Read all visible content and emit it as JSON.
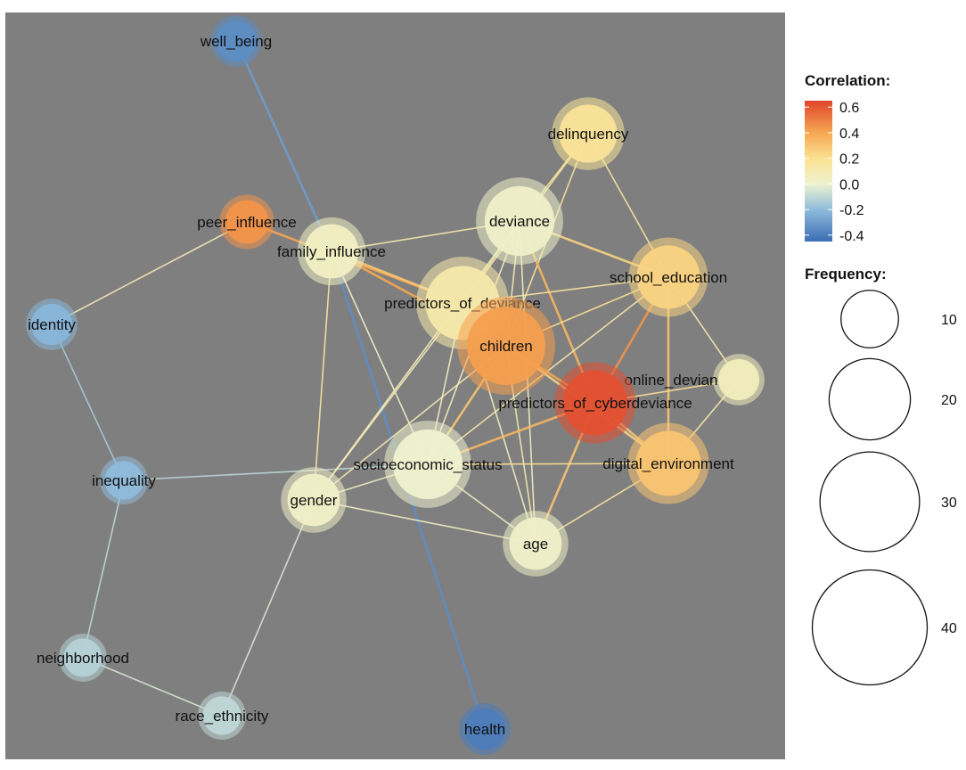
{
  "network": {
    "nodes": [
      {
        "id": "well_being",
        "label": "well_being",
        "correlation": -0.35,
        "frequency": 8
      },
      {
        "id": "delinquency",
        "label": "delinquency",
        "correlation": 0.18,
        "frequency": 16
      },
      {
        "id": "peer_influence",
        "label": "peer_influence",
        "correlation": 0.45,
        "frequency": 9
      },
      {
        "id": "deviance",
        "label": "deviance",
        "correlation": 0.02,
        "frequency": 23
      },
      {
        "id": "family_influence",
        "label": "family_influence",
        "correlation": 0.04,
        "frequency": 14
      },
      {
        "id": "school_education",
        "label": "school_education",
        "correlation": 0.25,
        "frequency": 19
      },
      {
        "id": "predictors_of_deviance",
        "label": "predictors_of_deviance",
        "correlation": 0.12,
        "frequency": 26
      },
      {
        "id": "identity",
        "label": "identity",
        "correlation": -0.22,
        "frequency": 8
      },
      {
        "id": "children",
        "label": "children",
        "correlation": 0.42,
        "frequency": 29
      },
      {
        "id": "online_deviance",
        "label": "online_devian",
        "correlation": 0.06,
        "frequency": 8
      },
      {
        "id": "predictors_of_cyberdeviance",
        "label": "predictors_of_cyberdeviance",
        "correlation": 0.62,
        "frequency": 20
      },
      {
        "id": "inequality",
        "label": "inequality",
        "correlation": -0.2,
        "frequency": 7
      },
      {
        "id": "socioeconomic_status",
        "label": "socioeconomic_status",
        "correlation": 0.0,
        "frequency": 23
      },
      {
        "id": "digital_environment",
        "label": "digital_environment",
        "correlation": 0.3,
        "frequency": 20
      },
      {
        "id": "gender",
        "label": "gender",
        "correlation": 0.03,
        "frequency": 13
      },
      {
        "id": "age",
        "label": "age",
        "correlation": 0.02,
        "frequency": 13
      },
      {
        "id": "neighborhood",
        "label": "neighborhood",
        "correlation": -0.12,
        "frequency": 7
      },
      {
        "id": "race_ethnicity",
        "label": "race_ethnicity",
        "correlation": -0.1,
        "frequency": 7
      },
      {
        "id": "health",
        "label": "health",
        "correlation": -0.4,
        "frequency": 8
      }
    ],
    "edges": [
      {
        "source": "well_being",
        "target": "family_influence",
        "correlation": -0.3
      },
      {
        "source": "family_influence",
        "target": "health",
        "correlation": -0.35
      },
      {
        "source": "peer_influence",
        "target": "identity",
        "correlation": 0.1
      },
      {
        "source": "peer_influence",
        "target": "predictors_of_deviance",
        "correlation": 0.4
      },
      {
        "source": "family_influence",
        "target": "predictors_of_deviance",
        "correlation": 0.3
      },
      {
        "source": "family_influence",
        "target": "children",
        "correlation": 0.4
      },
      {
        "source": "family_influence",
        "target": "deviance",
        "correlation": 0.12
      },
      {
        "source": "family_influence",
        "target": "gender",
        "correlation": 0.15
      },
      {
        "source": "family_influence",
        "target": "socioeconomic_status",
        "correlation": 0.0
      },
      {
        "source": "identity",
        "target": "inequality",
        "correlation": -0.15
      },
      {
        "source": "inequality",
        "target": "socioeconomic_status",
        "correlation": -0.1
      },
      {
        "source": "inequality",
        "target": "neighborhood",
        "correlation": -0.1
      },
      {
        "source": "neighborhood",
        "target": "race_ethnicity",
        "correlation": -0.05
      },
      {
        "source": "race_ethnicity",
        "target": "gender",
        "correlation": -0.05
      },
      {
        "source": "delinquency",
        "target": "deviance",
        "correlation": 0.15
      },
      {
        "source": "delinquency",
        "target": "predictors_of_deviance",
        "correlation": 0.15
      },
      {
        "source": "delinquency",
        "target": "children",
        "correlation": 0.15
      },
      {
        "source": "delinquency",
        "target": "school_education",
        "correlation": 0.15
      },
      {
        "source": "deviance",
        "target": "predictors_of_deviance",
        "correlation": 0.1
      },
      {
        "source": "deviance",
        "target": "children",
        "correlation": 0.1
      },
      {
        "source": "deviance",
        "target": "school_education",
        "correlation": 0.25
      },
      {
        "source": "deviance",
        "target": "predictors_of_cyberdeviance",
        "correlation": 0.35
      },
      {
        "source": "deviance",
        "target": "socioeconomic_status",
        "correlation": 0.05
      },
      {
        "source": "deviance",
        "target": "age",
        "correlation": 0.05
      },
      {
        "source": "deviance",
        "target": "gender",
        "correlation": 0.05
      },
      {
        "source": "school_education",
        "target": "predictors_of_deviance",
        "correlation": 0.15
      },
      {
        "source": "school_education",
        "target": "children",
        "correlation": 0.2
      },
      {
        "source": "school_education",
        "target": "predictors_of_cyberdeviance",
        "correlation": 0.45
      },
      {
        "source": "school_education",
        "target": "online_deviance",
        "correlation": 0.1
      },
      {
        "source": "school_education",
        "target": "digital_environment",
        "correlation": 0.3
      },
      {
        "source": "school_education",
        "target": "socioeconomic_status",
        "correlation": 0.12
      },
      {
        "source": "predictors_of_deviance",
        "target": "children",
        "correlation": 0.3
      },
      {
        "source": "predictors_of_deviance",
        "target": "socioeconomic_status",
        "correlation": 0.05
      },
      {
        "source": "predictors_of_deviance",
        "target": "gender",
        "correlation": 0.1
      },
      {
        "source": "predictors_of_deviance",
        "target": "age",
        "correlation": 0.05
      },
      {
        "source": "children",
        "target": "predictors_of_cyberdeviance",
        "correlation": 0.4
      },
      {
        "source": "children",
        "target": "socioeconomic_status",
        "correlation": 0.3
      },
      {
        "source": "children",
        "target": "gender",
        "correlation": 0.1
      },
      {
        "source": "children",
        "target": "age",
        "correlation": 0.1
      },
      {
        "source": "children",
        "target": "digital_environment",
        "correlation": 0.25
      },
      {
        "source": "predictors_of_cyberdeviance",
        "target": "online_deviance",
        "correlation": 0.2
      },
      {
        "source": "predictors_of_cyberdeviance",
        "target": "digital_environment",
        "correlation": 0.3
      },
      {
        "source": "predictors_of_cyberdeviance",
        "target": "socioeconomic_status",
        "correlation": 0.35
      },
      {
        "source": "predictors_of_cyberdeviance",
        "target": "age",
        "correlation": 0.3
      },
      {
        "source": "online_deviance",
        "target": "digital_environment",
        "correlation": 0.1
      },
      {
        "source": "socioeconomic_status",
        "target": "digital_environment",
        "correlation": 0.2
      },
      {
        "source": "socioeconomic_status",
        "target": "gender",
        "correlation": 0.05
      },
      {
        "source": "socioeconomic_status",
        "target": "age",
        "correlation": 0.05
      },
      {
        "source": "digital_environment",
        "target": "age",
        "correlation": 0.15
      },
      {
        "source": "gender",
        "target": "age",
        "correlation": 0.05
      }
    ]
  },
  "legend": {
    "correlation": {
      "title": "Correlation:",
      "ticks": [
        {
          "value": 0.6,
          "label": "0.6"
        },
        {
          "value": 0.4,
          "label": "0.4"
        },
        {
          "value": 0.2,
          "label": "0.2"
        },
        {
          "value": 0.0,
          "label": "0.0"
        },
        {
          "value": -0.2,
          "label": "-0.2"
        },
        {
          "value": -0.4,
          "label": "-0.4"
        }
      ],
      "range": [
        -0.45,
        0.65
      ]
    },
    "frequency": {
      "title": "Frequency:",
      "items": [
        {
          "value": 10,
          "label": "10"
        },
        {
          "value": 20,
          "label": "20"
        },
        {
          "value": 30,
          "label": "30"
        },
        {
          "value": 40,
          "label": "40"
        }
      ]
    }
  },
  "colors": {
    "background": "#7f7f7f",
    "scale": [
      {
        "value": -0.45,
        "color": "#3c6db3"
      },
      {
        "value": -0.2,
        "color": "#8fbcdc"
      },
      {
        "value": 0.0,
        "color": "#eef2cf"
      },
      {
        "value": 0.2,
        "color": "#fbe192"
      },
      {
        "value": 0.4,
        "color": "#f6a752"
      },
      {
        "value": 0.65,
        "color": "#e0452c"
      }
    ]
  }
}
